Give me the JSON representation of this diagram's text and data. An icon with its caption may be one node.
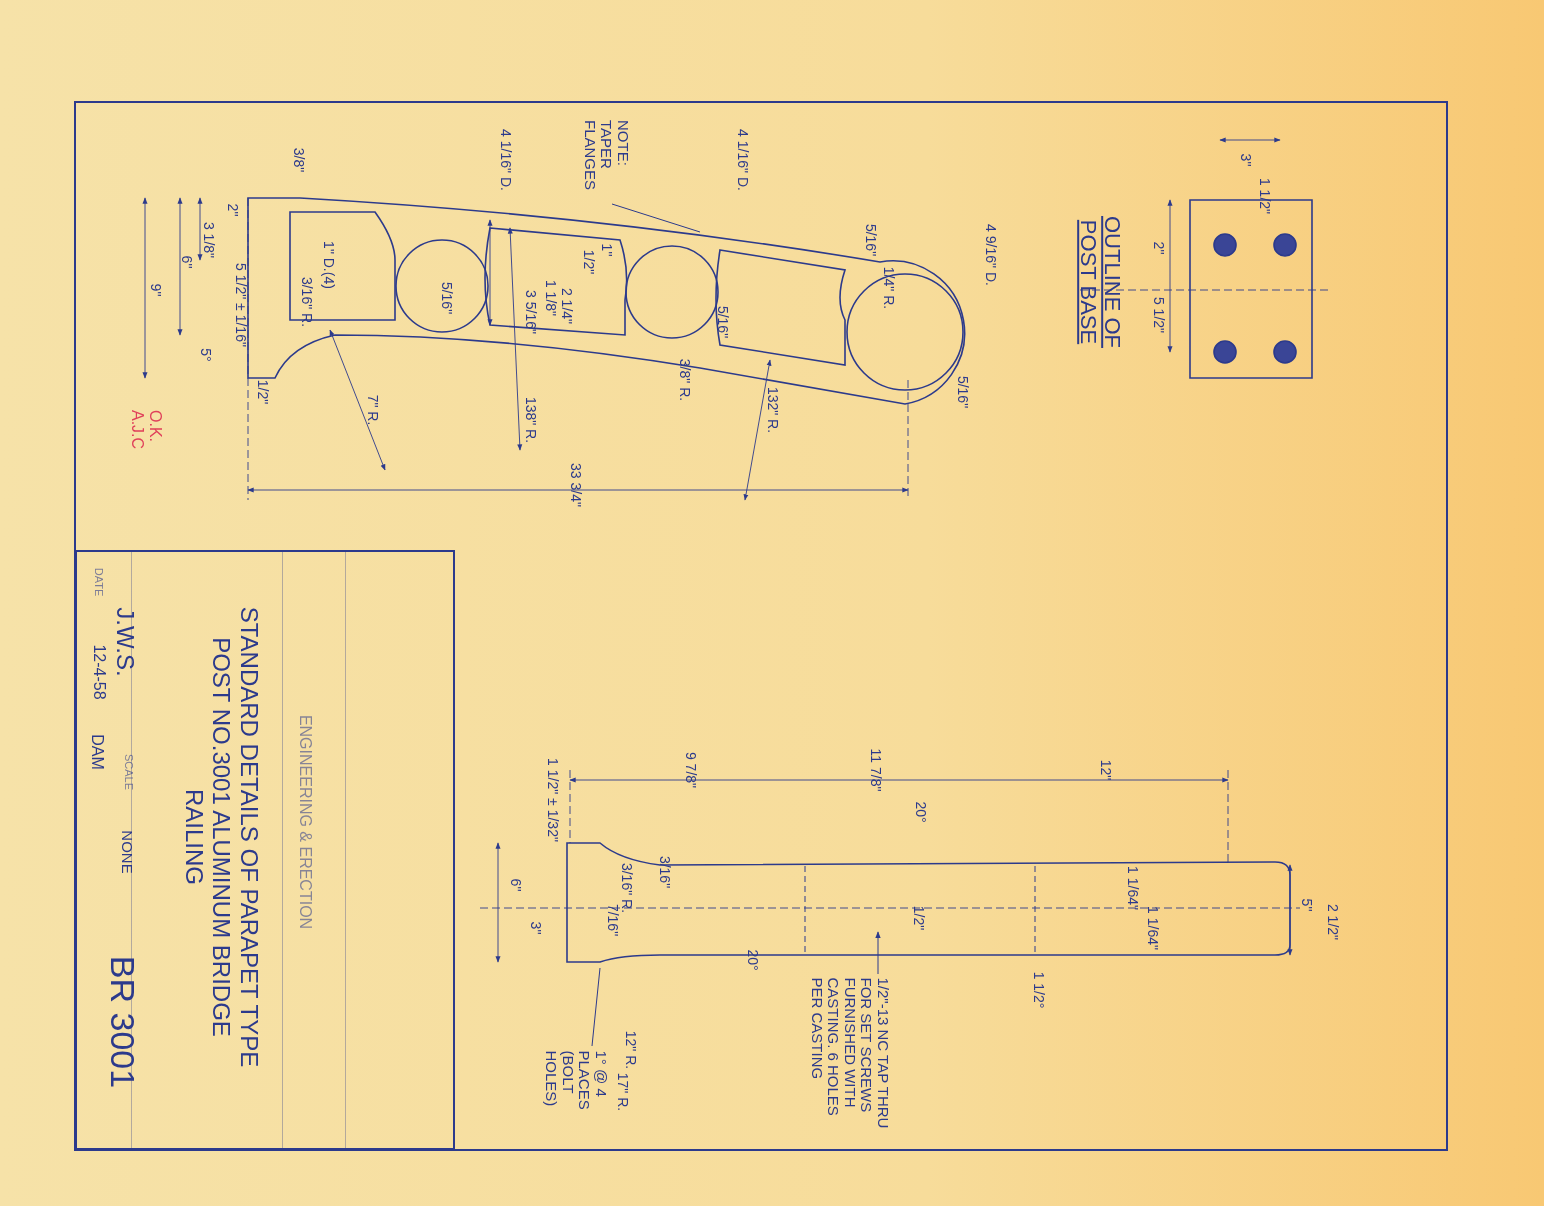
{
  "diagram": {
    "nodes": [
      {
        "text": [
          "ENGINEERING & ERECTION",
          "STANDARD DETAILS OF PARAPET TYPE POST NO.3001 ALUMINUM BRIDGE RAILING",
          "J.W.S.",
          "SCALE",
          "NONE",
          "DATE",
          "12-4-58",
          "DAM",
          "BR 3001"
        ]
      },
      {
        "text": [
          "NOTE: TAPER FLANGES"
        ]
      },
      {
        "text": [
          "1/2\"-13 NC TAP THRU FOR SET SCREWS FURNISHED WITH CASTING. 6 HOLES PER CASTING"
        ]
      },
      {
        "text": [
          "1° @ 4 PLACES (BOLT HOLES)"
        ]
      },
      {
        "text": [],
        "shape": "picture"
      },
      {
        "text": [],
        "shape": "picture"
      }
    ],
    "edges": [
      {
        "from": 1,
        "to": 4,
        "arrow": "none"
      },
      {
        "from": 2,
        "to": 5,
        "arrow": "to"
      },
      {
        "from": 3,
        "to": 5,
        "arrow": "none"
      }
    ],
    "labels": [
      "OUTLINE OF POST BASE",
      "3\"",
      "1 1/2\"",
      "2\"",
      "5 1/2\"",
      "4 9/16\" D.",
      "5/16\"",
      "1/4\" R.",
      "5/16\"",
      "132\" R.",
      "3/8\" R.",
      "5/16\"",
      "4 1/16\" D.",
      "4 1/16\" D.",
      "3/8\"",
      "1\" D.(4)",
      "3/16\" R.",
      "5/16\"",
      "2\"",
      "3 1/8\"",
      "6\"",
      "5 1/2\" ± 1/16\"",
      "9\"",
      "5°",
      "1/2\"",
      "1\"",
      "1/2\"",
      "1 1/8\"",
      "2 1/4\"",
      "3 5/16\"",
      "7\" R.",
      "138\" R.",
      "33 3/4\"",
      "1 1/2\" ± 1/32\"",
      "9 7/8\"",
      "11 7/8\"",
      "12\"",
      "20°",
      "6\"",
      "3\"",
      "3/16\" R.",
      "3/16\"",
      "7/16\"",
      "20°",
      "1/2\"",
      "12\" R.",
      "17\" R.",
      "1 1/2°",
      "1 1/64\"",
      "1 1/64\"",
      "5\"",
      "2 1/2\"",
      "O.K. A.J.C"
    ]
  }
}
